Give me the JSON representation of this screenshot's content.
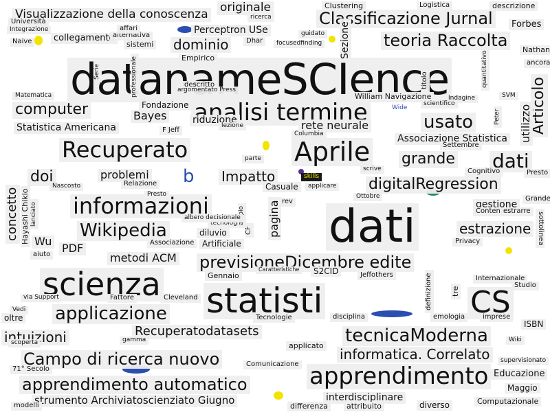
{
  "cloud": {
    "colors": {
      "background": "#ffffff",
      "tile": "#eeeeee",
      "text": "#111111",
      "yellow_accent": "#f2e300",
      "blue_accent": "#2a4fb0",
      "purple_accent": "#5a2d91",
      "green_accent": "#1f8a70"
    },
    "words": [
      "datanameSCIence",
      "dati",
      "statisti",
      "scienza",
      "informazioni",
      "Recuperato",
      "Aprile",
      "apprendimento",
      "CS",
      "analisi termine",
      "Classificazione Jurnal",
      "teoria Raccolta",
      "Wikipedia",
      "previsioneDicembre edite",
      "applicazione",
      "tecnicaModerna",
      "Campo di ricerca nuovo",
      "apprendimento automatico",
      "computer",
      "digitalRegression",
      "usato",
      "dati",
      "grande",
      "Articolo",
      "informatica. Correlato",
      "estrazione",
      "Impatto",
      "intuizioni",
      "Recuperatodatasets",
      "Visualizzazione della conoscenza",
      "strumento Archiviatoscienziato Giugno",
      "originale",
      "dominio",
      "Perceptron USe",
      "metodi ACM",
      "Statistica Americana",
      "rete neurale",
      "Associazione Statistica",
      "doi",
      "problemi",
      "Bayes",
      "Fondazione",
      "riduzione",
      "PDF",
      "Wu",
      "interdisciplinare",
      "concetto",
      "pagina",
      "Sezione",
      "utilizzo",
      "gestione",
      "collegamento",
      "b",
      "Hayashi Chikio",
      "Educazione",
      "Maggio",
      "Nathan",
      "Forbes",
      "ISBN",
      "S2CID",
      "William Navigazione",
      "sistemi",
      "Empirico",
      "diluvio",
      "Artificiale",
      "Associazione",
      "Casuale",
      "Gennaio",
      "Jeffothers",
      "Internazionale",
      "Tecnologie",
      "disciplina",
      "applicato",
      "Comunicazione",
      "differenza",
      "attribuito",
      "diverso",
      "Computazionale",
      "modelli",
      "Università",
      "Integrazione",
      "Naive",
      "ricerca",
      "alternativa",
      "affari",
      "descrizione",
      "Clustering",
      "Logistica",
      "ancora",
      "descritto",
      "Fattore",
      "Cleveland",
      "oltre",
      "Contenuti",
      "Privacy",
      "Ottobre",
      "applicare",
      "Nascosto",
      "Relazione",
      "imprese",
      "supervisionato",
      "71° Secolo",
      "scoperta",
      "tecnologia",
      "definizione",
      "Settembre",
      "Cognitivo",
      "Presto",
      "scrive",
      "parte",
      "lezione",
      "quantitativo",
      "titolo",
      "Serie",
      "professionale",
      "focusedfinding",
      "guidato",
      "Dhar",
      "Presto",
      "estrarre",
      "sottolinea",
      "Wide",
      "skills",
      "CF",
      "ampio",
      "aiuto",
      "Vedi",
      "Indagine",
      "SVM",
      "gamma",
      "Wiki",
      "F Jeff",
      "Peter",
      "tre",
      "emologia",
      "Studio",
      "Matematica",
      "scientifico",
      "Columbia",
      "Caratteristiche",
      "albero decisionale",
      "lanciato",
      "via Support",
      "rev",
      "argomentato Press",
      "Grande"
    ]
  }
}
